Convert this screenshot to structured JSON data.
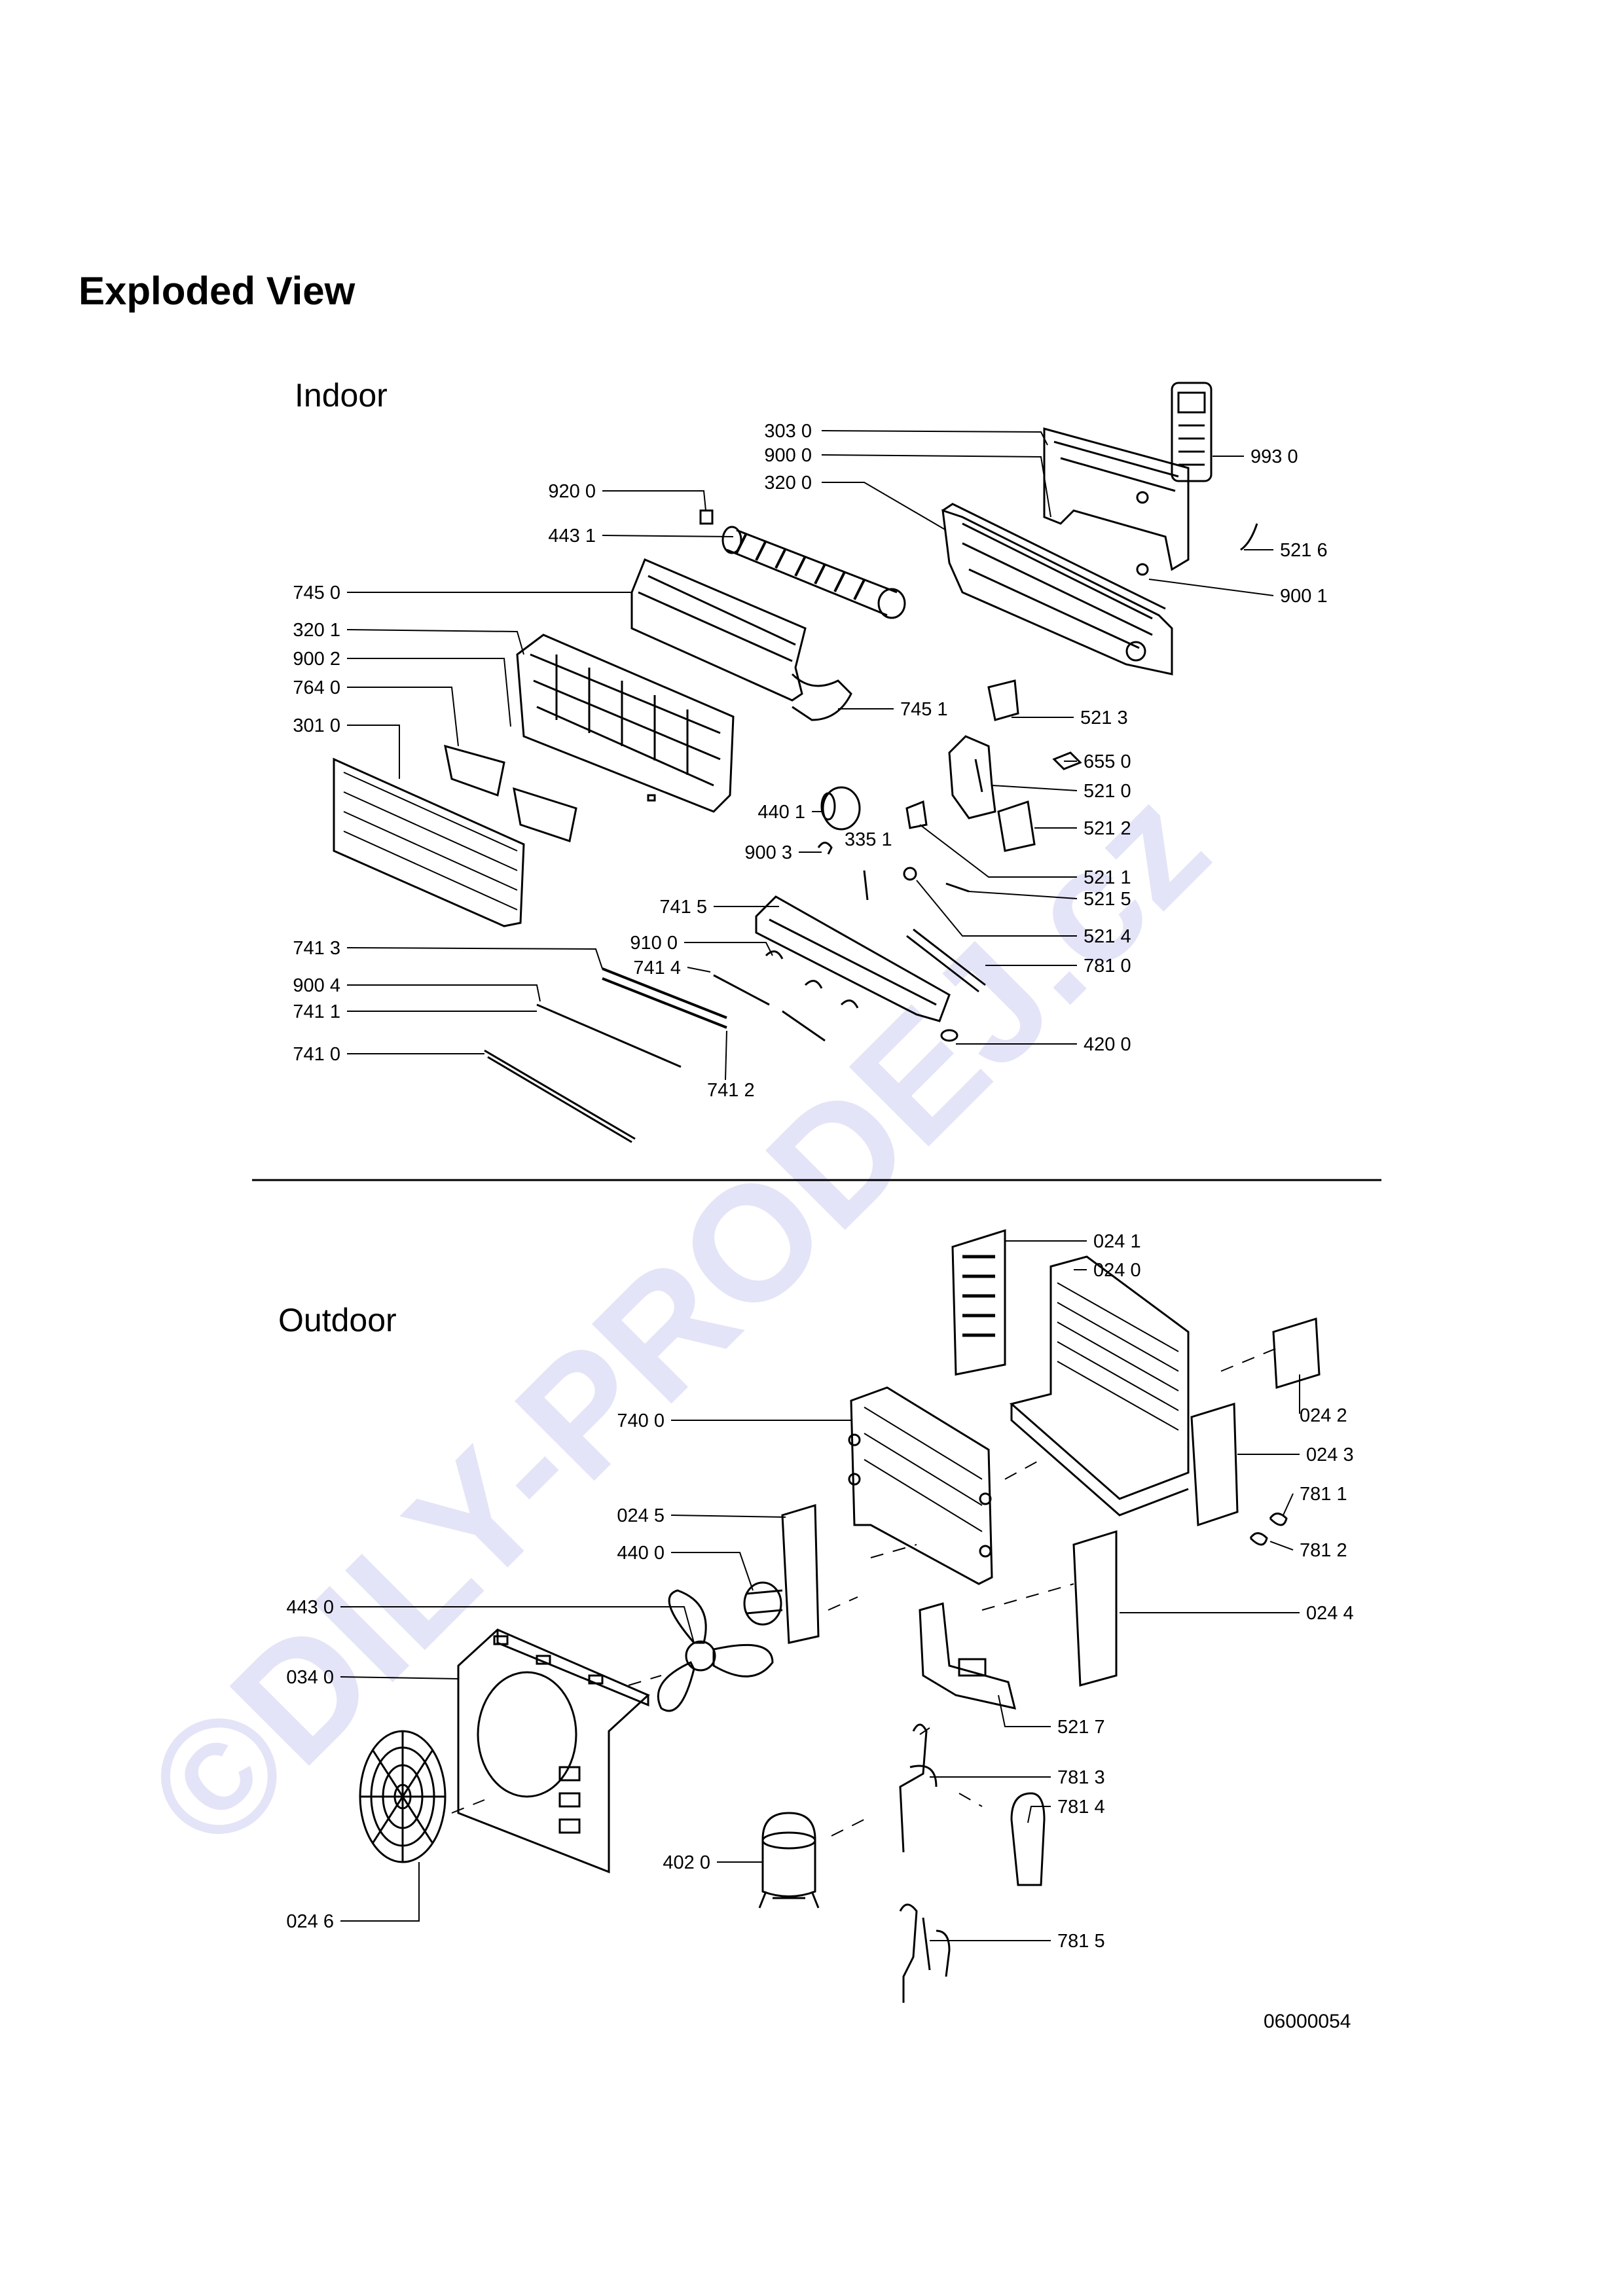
{
  "title": "Exploded View",
  "sections": {
    "indoor": "Indoor",
    "outdoor": "Outdoor"
  },
  "drawing_number": "06000054",
  "watermark": "©DILY-PRODEJ.cz",
  "indoor_labels": [
    "303 0",
    "900 0",
    "320 0",
    "993 0",
    "920 0",
    "443 1",
    "521 6",
    "900 1",
    "745 0",
    "320 1",
    "900 2",
    "745 1",
    "764 0",
    "521 3",
    "301 0",
    "655 0",
    "521 0",
    "440 1",
    "521 2",
    "900 3",
    "335 1",
    "521 1",
    "521 5",
    "741 5",
    "521 4",
    "741 3",
    "910 0",
    "741 4",
    "781 0",
    "900 4",
    "741 1",
    "420 0",
    "741 0",
    "741 2"
  ],
  "outdoor_labels": [
    "024 1",
    "024 0",
    "024 2",
    "740 0",
    "024 3",
    "781 1",
    "024 5",
    "781 2",
    "440 0",
    "443 0",
    "024 4",
    "034 0",
    "521 7",
    "781 3",
    "781 4",
    "402 0",
    "024 6",
    "781 5"
  ],
  "colors": {
    "line": "#000000",
    "watermark": "#e4e4f8",
    "background": "#ffffff"
  }
}
